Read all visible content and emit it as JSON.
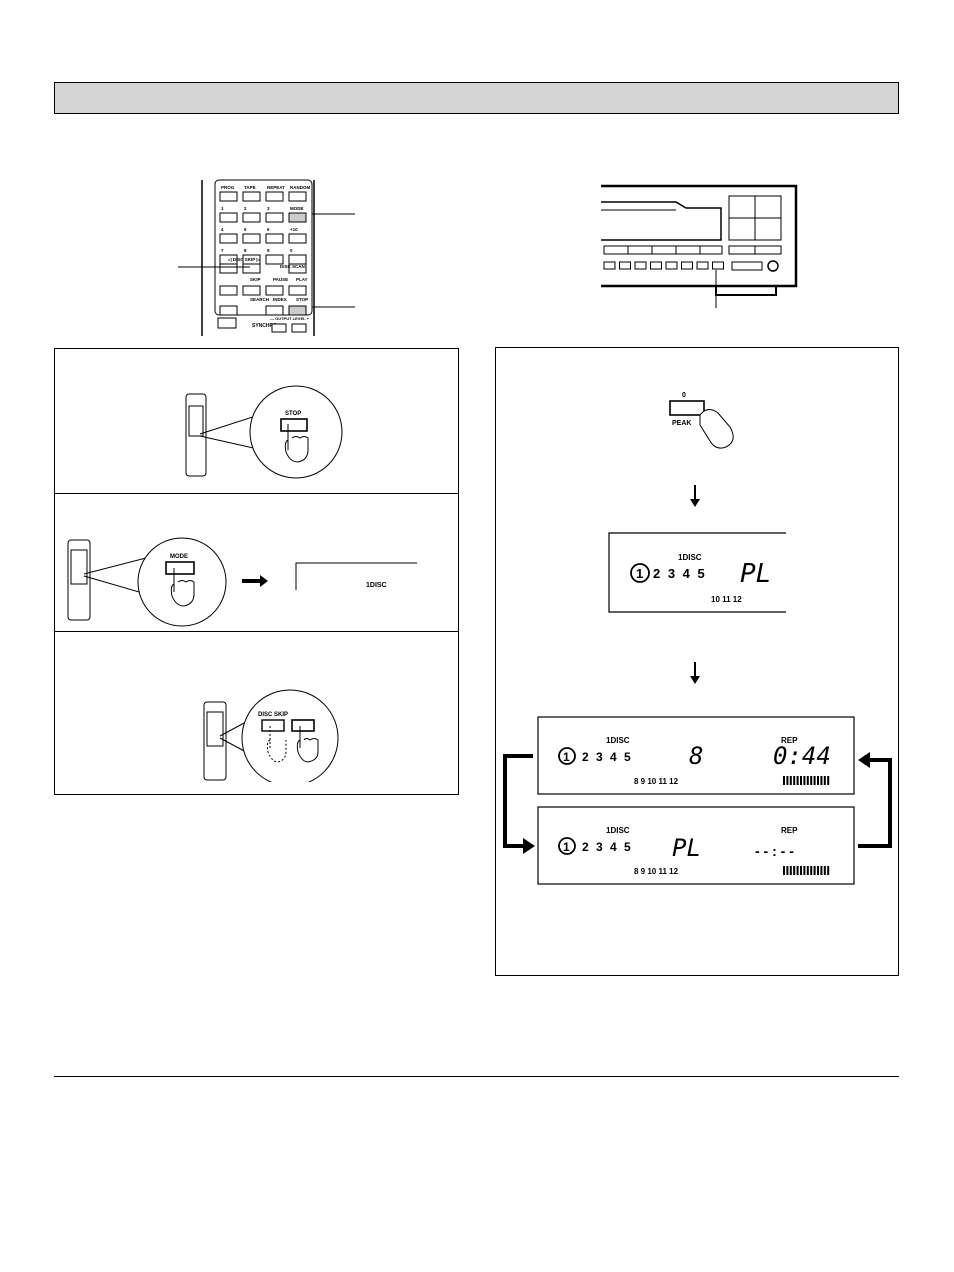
{
  "remote": {
    "buttons": [
      [
        "PROG",
        "TAPE",
        "REPEAT",
        "RANDOM"
      ],
      [
        "1",
        "2",
        "3",
        "MODE"
      ],
      [
        "4",
        "5",
        "6",
        "+10"
      ],
      [
        "7",
        "8",
        "9",
        "0"
      ]
    ],
    "disc_skip": "◁ DISC SKIP ▷",
    "disc_scan": "DISC SCAN",
    "row_skip": [
      "SKIP",
      "PAUSE",
      "PLAY"
    ],
    "row_search": [
      "SEARCH",
      "INDEX",
      "STOP"
    ],
    "synchro": "SYNCHRO",
    "output_level": "— OUTPUT LEVEL +"
  },
  "step1": {
    "button": "STOP"
  },
  "step2": {
    "button": "MODE",
    "display_label": "1DISC"
  },
  "step3": {
    "button": "DISC SKIP"
  },
  "right": {
    "peak_top": "0",
    "peak_label": "PEAK",
    "display1": {
      "label": "1DISC",
      "numbers": "2 3 4 5",
      "seg": "PL",
      "sub": "10 11 12"
    },
    "display2": {
      "label": "1DISC",
      "numbers": "2 3 4 5",
      "seg": "8",
      "rep": "REP",
      "time": "0:44",
      "sub": "8  9  10  11 12"
    },
    "display3": {
      "label": "1DISC",
      "numbers": "2 3 4 5",
      "seg": "PL",
      "rep": "REP",
      "time": "-  - : -  -",
      "sub": "8  9  10  11 12"
    }
  }
}
